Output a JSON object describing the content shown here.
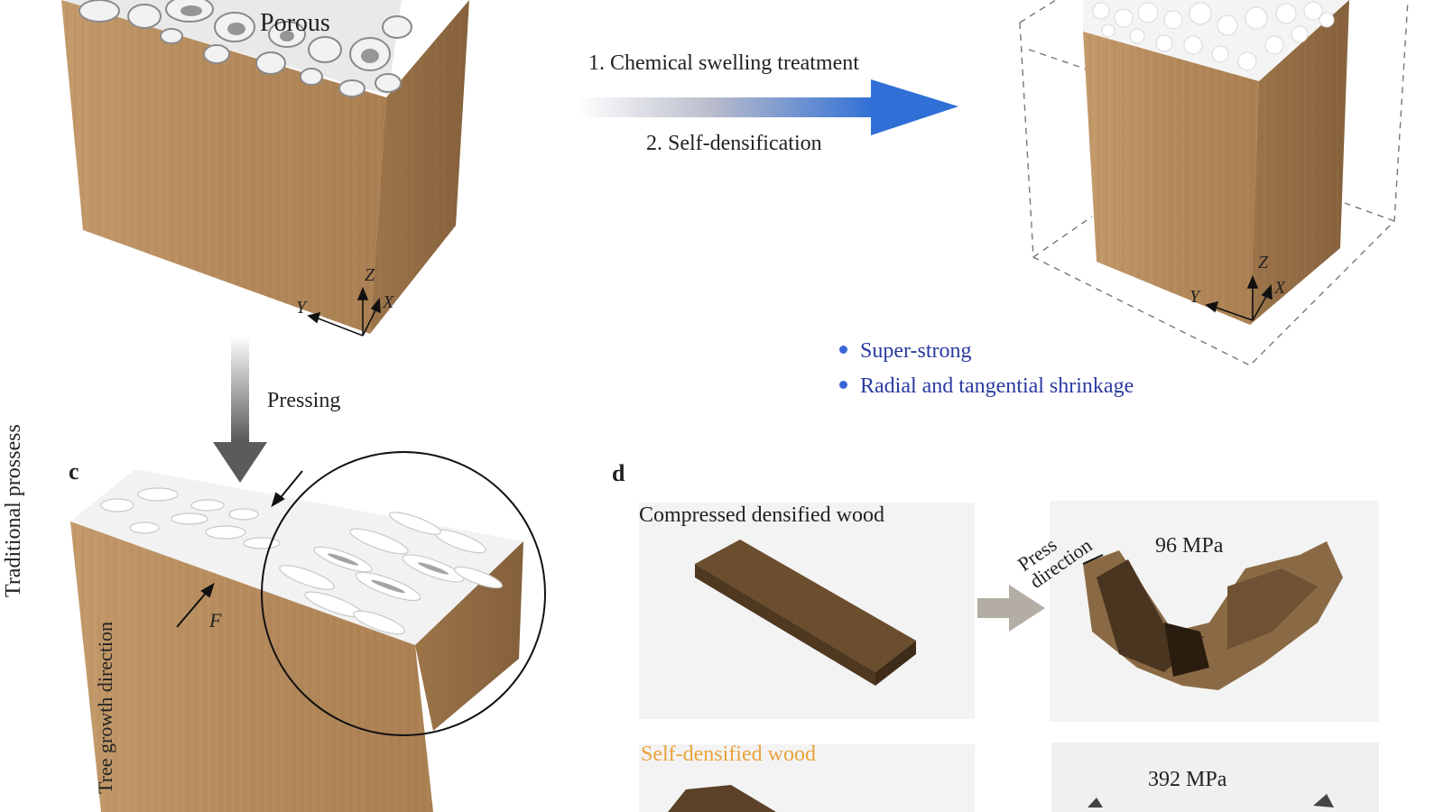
{
  "colors": {
    "wood_front": "#b98e60",
    "wood_side": "#9a7349",
    "wood_top_cells": "#efefef",
    "process_arrow_blue": "#2f6fd6",
    "bullet_text": "#2a3aa0",
    "orange_label": "#e8a33a"
  },
  "top_left_block": {
    "porous_label": "Porous",
    "axes": {
      "z": "Z",
      "y": "Y",
      "x": "X"
    }
  },
  "process_arrow": {
    "step1": "1. Chemical swelling treatment",
    "step2": "2. Self-densification"
  },
  "top_right_block": {
    "axes": {
      "z": "Z",
      "y": "Y",
      "x": "X"
    },
    "bullets": [
      "Super-strong",
      "Radial and tangential shrinkage"
    ]
  },
  "traditional": {
    "side_label": "Traditional prossess",
    "pressing_label": "Pressing"
  },
  "panel_c": {
    "letter": "c",
    "force_label": "F",
    "growth_label": "Tree growth direction"
  },
  "panel_d": {
    "letter": "d",
    "compressed_label": "Compressed densified wood",
    "press_direction_label": "Press direction",
    "compressed_strength": "96 MPa",
    "self_densified_label": "Self-densified wood",
    "self_densified_strength": "392 MPa"
  }
}
